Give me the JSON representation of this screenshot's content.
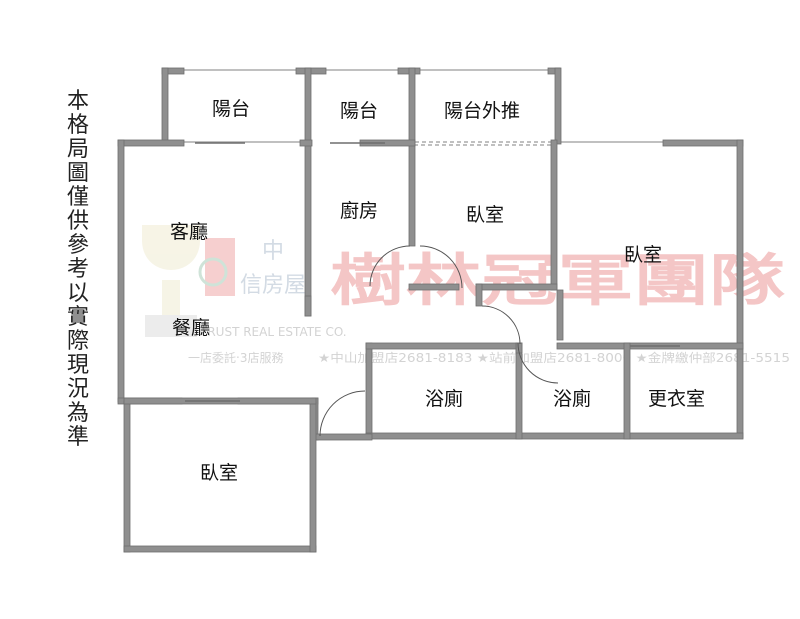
{
  "note": "本格局圖僅供參考以實際現況為準",
  "rooms": {
    "balcony_1": "陽台",
    "balcony_2": "陽台",
    "balcony_outer": "陽台外推",
    "living_room": "客廳",
    "kitchen": "廚房",
    "bedroom_middle": "臥室",
    "bedroom_right": "臥室",
    "dining_room": "餐廳",
    "bathroom_1": "浴廁",
    "bathroom_2": "浴廁",
    "walk_in_closet": "更衣室",
    "bedroom_bottom": "臥室"
  },
  "watermark": {
    "main": "樹林冠軍團隊",
    "brand": "信房屋",
    "brand_top": "中",
    "english": "TRUST REAL ESTATE CO.",
    "slogan": "一店委託‧3店服務",
    "branches": "★中山加盟店2681-8183 ★站前加盟店2681-8000 ★金牌繳仲部2681-5515"
  },
  "colors": {
    "wall": "#8f8f8f",
    "wall_edge": "#6e6e6e",
    "watermark_red": "#f4c6c6"
  }
}
